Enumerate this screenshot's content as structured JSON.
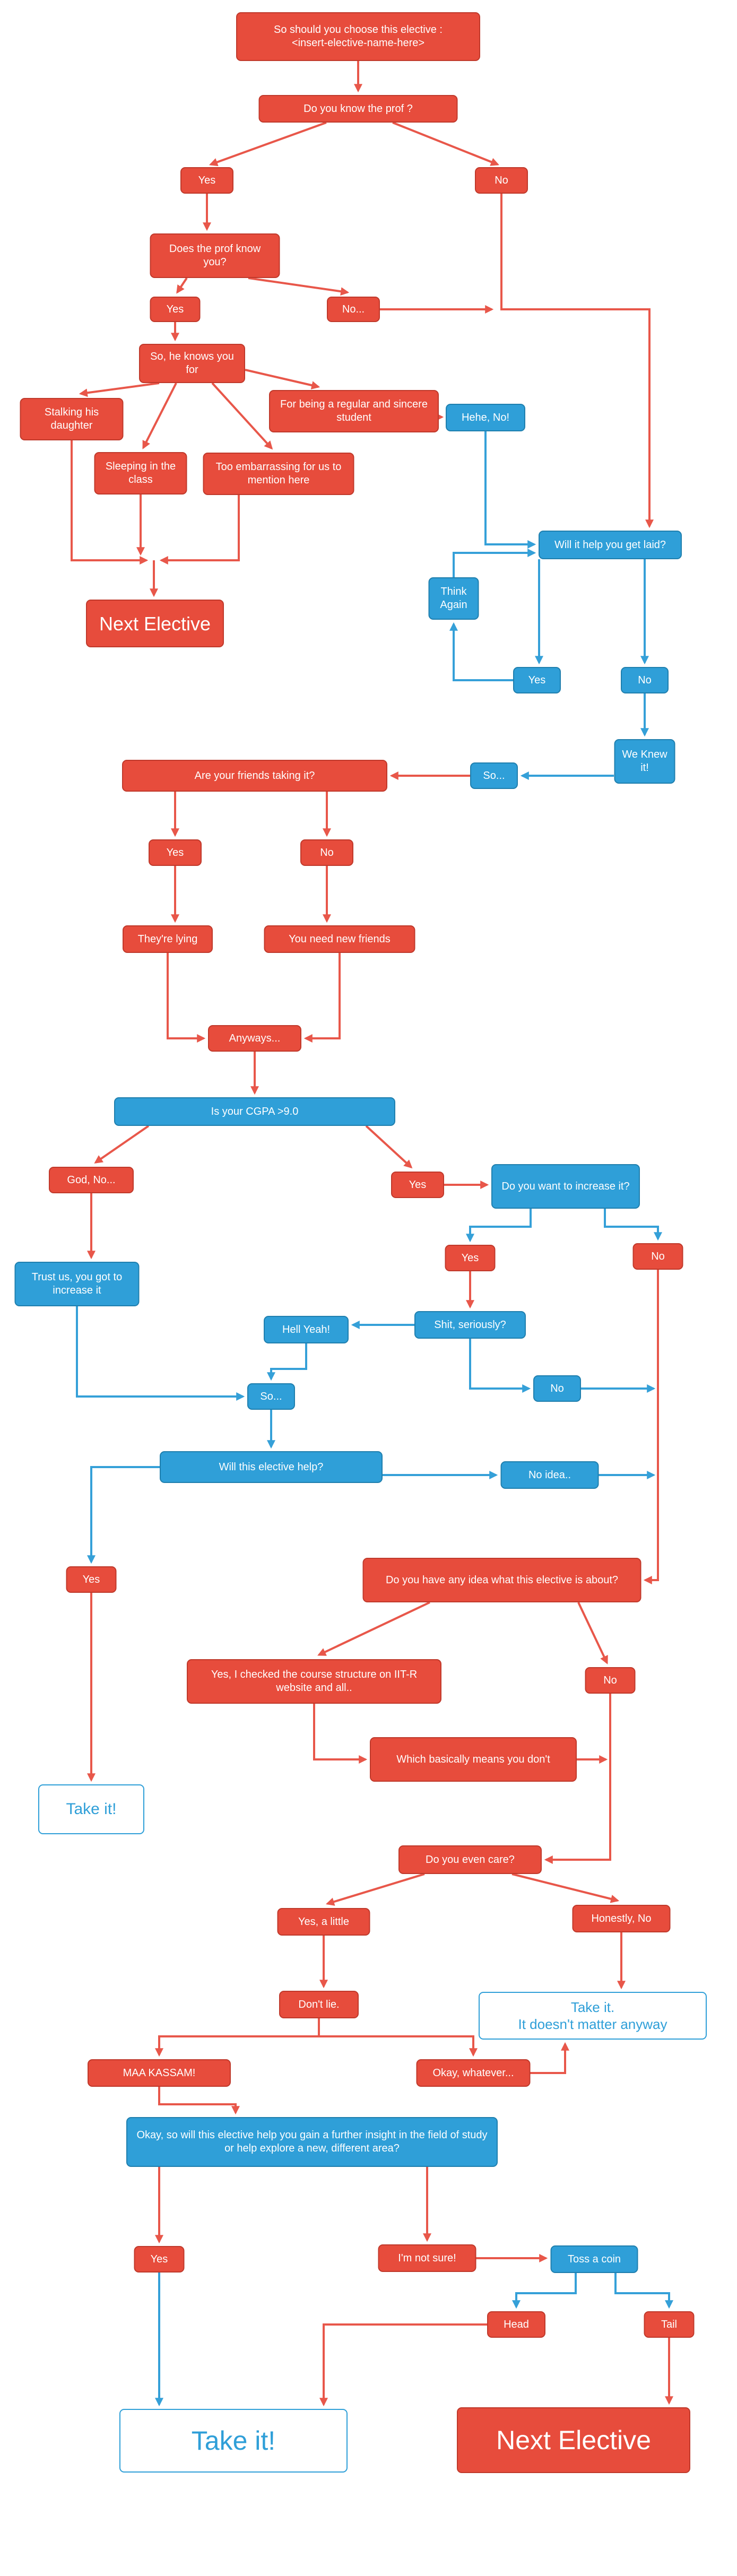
{
  "title": "Elective decision flowchart",
  "colors": {
    "node_red": "#e74c3c",
    "node_blue": "#2f9fd8",
    "line_red": "#e8574a",
    "line_blue": "#35a0d8",
    "outline_text": "#2f9fd8",
    "background": "#ffffff"
  },
  "nodes": {
    "start": {
      "label": "So should you choose this elective :\n<insert-elective-name-here>"
    },
    "know_prof": {
      "label": "Do you know the prof ?"
    },
    "yes1": {
      "label": "Yes"
    },
    "no1": {
      "label": "No"
    },
    "prof_know_you": {
      "label": "Does the prof know you?"
    },
    "yes2": {
      "label": "Yes"
    },
    "no2": {
      "label": "No..."
    },
    "knows_for": {
      "label": "So, he knows you for"
    },
    "stalking": {
      "label": "Stalking his daughter"
    },
    "sleeping": {
      "label": "Sleeping in the class"
    },
    "embarrassing": {
      "label": "Too embarrassing for us to mention here"
    },
    "regular": {
      "label": "For being a regular and sincere student"
    },
    "hehe": {
      "label": "Hehe, No!"
    },
    "laid": {
      "label": "Will it help you get laid?"
    },
    "think": {
      "label": "Think Again"
    },
    "yes3": {
      "label": "Yes"
    },
    "no3": {
      "label": "No"
    },
    "weknew": {
      "label": "We Knew it!"
    },
    "so1": {
      "label": "So..."
    },
    "friends": {
      "label": "Are your friends taking it?"
    },
    "yes4": {
      "label": "Yes"
    },
    "no4": {
      "label": "No"
    },
    "lying": {
      "label": "They're lying"
    },
    "newfriends": {
      "label": "You need new friends"
    },
    "anyways": {
      "label": "Anyways..."
    },
    "cgpa": {
      "label": "Is your CGPA >9.0"
    },
    "godno": {
      "label": "God, No..."
    },
    "yes5": {
      "label": "Yes"
    },
    "increase": {
      "label": "Do you want to increase it?"
    },
    "trust": {
      "label": "Trust us, you got to increase it"
    },
    "yes6": {
      "label": "Yes"
    },
    "no5": {
      "label": "No"
    },
    "hellyeah": {
      "label": "Hell Yeah!"
    },
    "shit": {
      "label": "Shit, seriously?"
    },
    "no6": {
      "label": "No"
    },
    "so2": {
      "label": "So..."
    },
    "willhelp": {
      "label": "Will this elective help?"
    },
    "noidea": {
      "label": "No idea.."
    },
    "yes7": {
      "label": "Yes"
    },
    "anyidea": {
      "label": "Do you have any idea what this elective is about?"
    },
    "checked": {
      "label": "Yes, I checked the course structure on IIT-R website and all.."
    },
    "no7": {
      "label": "No"
    },
    "basically": {
      "label": "Which basically means you don't"
    },
    "takeit1": {
      "label": "Take it!"
    },
    "care": {
      "label": "Do you even care?"
    },
    "yesalittle": {
      "label": "Yes, a little"
    },
    "honestly": {
      "label": "Honestly, No"
    },
    "dontlie": {
      "label": "Don't lie."
    },
    "takeit2": {
      "label": "Take it.\nIt doesn't matter anyway"
    },
    "maakassam": {
      "label": "MAA KASSAM!"
    },
    "okaywhatever": {
      "label": "Okay, whatever..."
    },
    "bigq": {
      "label": "Okay, so will this elective help you gain a further insight in the field of study or help explore a new,  different area?"
    },
    "yes8": {
      "label": "Yes"
    },
    "notsure": {
      "label": "I'm not sure!"
    },
    "toss": {
      "label": "Toss a coin"
    },
    "head": {
      "label": "Head"
    },
    "tail": {
      "label": "Tail"
    },
    "bigtake": {
      "label": "Take it!"
    },
    "bignext": {
      "label": "Next Elective"
    },
    "nextel1": {
      "label": "Next Elective"
    }
  },
  "edges": [
    {
      "from": "start",
      "to": "know_prof",
      "color": "red"
    },
    {
      "from": "know_prof",
      "to": "yes1",
      "color": "red"
    },
    {
      "from": "know_prof",
      "to": "no1",
      "color": "red"
    },
    {
      "from": "yes1",
      "to": "prof_know_you",
      "color": "red"
    },
    {
      "from": "no1",
      "to": "laid",
      "color": "red"
    },
    {
      "from": "no2",
      "to": "laid",
      "color": "red"
    },
    {
      "from": "prof_know_you",
      "to": "yes2",
      "color": "red"
    },
    {
      "from": "prof_know_you",
      "to": "no2",
      "color": "red"
    },
    {
      "from": "yes2",
      "to": "knows_for",
      "color": "red"
    },
    {
      "from": "knows_for",
      "to": "stalking",
      "color": "red"
    },
    {
      "from": "knows_for",
      "to": "sleeping",
      "color": "red"
    },
    {
      "from": "knows_for",
      "to": "embarrassing",
      "color": "red"
    },
    {
      "from": "knows_for",
      "to": "regular",
      "color": "red"
    },
    {
      "from": "stalking",
      "to": "nextel1",
      "color": "red"
    },
    {
      "from": "sleeping",
      "to": "nextel1",
      "color": "red"
    },
    {
      "from": "embarrassing",
      "to": "nextel1",
      "color": "red"
    },
    {
      "from": "regular",
      "to": "hehe",
      "color": "red"
    },
    {
      "from": "hehe",
      "to": "laid",
      "color": "blue"
    },
    {
      "from": "think",
      "to": "laid",
      "color": "blue"
    },
    {
      "from": "laid",
      "to": "yes3",
      "color": "blue"
    },
    {
      "from": "laid",
      "to": "no3",
      "color": "blue"
    },
    {
      "from": "yes3",
      "to": "think",
      "color": "blue"
    },
    {
      "from": "no3",
      "to": "weknew",
      "color": "blue"
    },
    {
      "from": "weknew",
      "to": "so1",
      "color": "blue"
    },
    {
      "from": "so1",
      "to": "friends",
      "color": "red"
    },
    {
      "from": "friends",
      "to": "yes4",
      "color": "red"
    },
    {
      "from": "friends",
      "to": "no4",
      "color": "red"
    },
    {
      "from": "yes4",
      "to": "lying",
      "color": "red"
    },
    {
      "from": "no4",
      "to": "newfriends",
      "color": "red"
    },
    {
      "from": "lying",
      "to": "anyways",
      "color": "red"
    },
    {
      "from": "newfriends",
      "to": "anyways",
      "color": "red"
    },
    {
      "from": "anyways",
      "to": "cgpa",
      "color": "red"
    },
    {
      "from": "cgpa",
      "to": "godno",
      "color": "red"
    },
    {
      "from": "cgpa",
      "to": "yes5",
      "color": "red"
    },
    {
      "from": "yes5",
      "to": "increase",
      "color": "red"
    },
    {
      "from": "increase",
      "to": "yes6",
      "color": "blue"
    },
    {
      "from": "increase",
      "to": "no5",
      "color": "blue"
    },
    {
      "from": "godno",
      "to": "trust",
      "color": "red"
    },
    {
      "from": "trust",
      "to": "so2",
      "color": "blue"
    },
    {
      "from": "yes6",
      "to": "shit",
      "color": "red"
    },
    {
      "from": "shit",
      "to": "hellyeah",
      "color": "blue"
    },
    {
      "from": "shit",
      "to": "no6",
      "color": "blue"
    },
    {
      "from": "hellyeah",
      "to": "so2",
      "color": "blue"
    },
    {
      "from": "no6",
      "to": "anyidea",
      "color": "blue"
    },
    {
      "from": "so2",
      "to": "willhelp",
      "color": "blue"
    },
    {
      "from": "willhelp",
      "to": "yes7",
      "color": "blue"
    },
    {
      "from": "willhelp",
      "to": "noidea",
      "color": "blue"
    },
    {
      "from": "noidea",
      "to": "anyidea",
      "color": "blue"
    },
    {
      "from": "no5",
      "to": "anyidea",
      "color": "red"
    },
    {
      "from": "yes7",
      "to": "takeit1",
      "color": "red"
    },
    {
      "from": "anyidea",
      "to": "checked",
      "color": "red"
    },
    {
      "from": "anyidea",
      "to": "no7",
      "color": "red"
    },
    {
      "from": "checked",
      "to": "basically",
      "color": "red"
    },
    {
      "from": "basically",
      "to": "care",
      "color": "red"
    },
    {
      "from": "no7",
      "to": "care",
      "color": "red"
    },
    {
      "from": "care",
      "to": "yesalittle",
      "color": "red"
    },
    {
      "from": "care",
      "to": "honestly",
      "color": "red"
    },
    {
      "from": "yesalittle",
      "to": "dontlie",
      "color": "red"
    },
    {
      "from": "honestly",
      "to": "takeit2",
      "color": "red"
    },
    {
      "from": "dontlie",
      "to": "maakassam",
      "color": "red"
    },
    {
      "from": "dontlie",
      "to": "okaywhatever",
      "color": "red"
    },
    {
      "from": "okaywhatever",
      "to": "takeit2",
      "color": "red"
    },
    {
      "from": "maakassam",
      "to": "bigq",
      "color": "red"
    },
    {
      "from": "bigq",
      "to": "yes8",
      "color": "red"
    },
    {
      "from": "bigq",
      "to": "notsure",
      "color": "red"
    },
    {
      "from": "notsure",
      "to": "toss",
      "color": "red"
    },
    {
      "from": "toss",
      "to": "head",
      "color": "blue"
    },
    {
      "from": "toss",
      "to": "tail",
      "color": "blue"
    },
    {
      "from": "yes8",
      "to": "bigtake",
      "color": "blue"
    },
    {
      "from": "head",
      "to": "bigtake",
      "color": "red"
    },
    {
      "from": "tail",
      "to": "bignext",
      "color": "red"
    }
  ]
}
